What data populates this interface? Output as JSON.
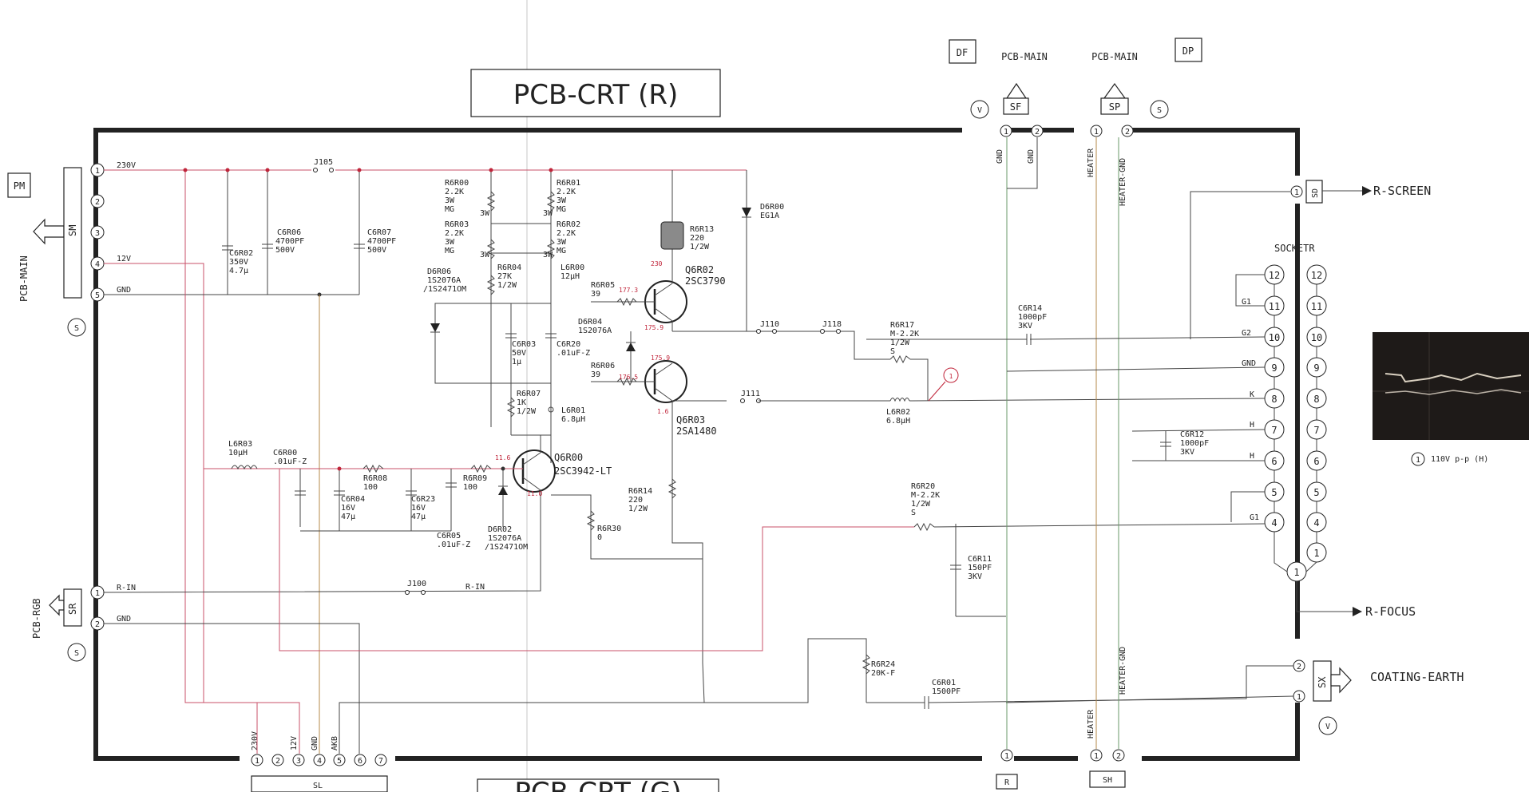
{
  "title_top": "PCB-CRT (R)",
  "title_bottom": "PCB-CRT (G)",
  "page_fold_color": "#d8d8d8",
  "wire_color_red": "#c8506a",
  "connectors": {
    "DF": "DF",
    "DP": "DP",
    "PM": "PM",
    "pcb_main_df": "PCB-MAIN",
    "pcb_main_dp": "PCB-MAIN",
    "pcb_main_left": "PCB-MAIN",
    "pcb_rgb": "PCB-RGB",
    "SF": "SF",
    "SP": "SP",
    "SM": "SM",
    "SR": "SR",
    "SL": "SL",
    "SD": "SD",
    "SX": "SX",
    "SH": "SH",
    "R": "R",
    "V": "V",
    "S": "S"
  },
  "outputs": {
    "r_screen": "R-SCREEN",
    "r_focus": "R-FOCUS",
    "coating_earth": "COATING-EARTH",
    "socket": "SOCKETR"
  },
  "nets": {
    "v230": "230V",
    "v12": "12V",
    "gnd": "GND",
    "r_in": "R-IN",
    "heater": "HEATER",
    "heater_gnd": "HEATER-GND",
    "akb": "AKB",
    "g1": "G1",
    "g2": "G2",
    "k": "K",
    "h": "H"
  },
  "jumpers": {
    "j105": "J105",
    "j110": "J110",
    "j118": "J118",
    "j111": "J111",
    "j100": "J100"
  },
  "components": {
    "c6r02": [
      "C6R02",
      "350V",
      "4.7µ"
    ],
    "c6r06": [
      "C6R06",
      "4700PF",
      "500V"
    ],
    "c6r07": [
      "C6R07",
      "4700PF",
      "500V"
    ],
    "r6r00": [
      "R6R00",
      "2.2K",
      "3W",
      "MG"
    ],
    "r6r01": [
      "R6R01",
      "2.2K",
      "3W",
      "MG"
    ],
    "r6r03": [
      "R6R03",
      "2.2K",
      "3W",
      "MG"
    ],
    "r6r02": [
      "R6R02",
      "2.2K",
      "3W",
      "MG"
    ],
    "r6r04": [
      "R6R04",
      "27K",
      "1/2W"
    ],
    "l6r00": [
      "L6R00",
      "12µH"
    ],
    "d6r06": [
      "D6R06",
      "1S2076A",
      "/1S2471OM"
    ],
    "c6r03": [
      "C6R03",
      "50V",
      "1µ"
    ],
    "c6r20": [
      "C6R20",
      ".01uF-Z"
    ],
    "r6r07": [
      "R6R07",
      "1K",
      "1/2W"
    ],
    "l6r01": [
      "L6R01",
      "6.8µH"
    ],
    "r6r05": [
      "R6R05",
      "39"
    ],
    "r6r06": [
      "R6R06",
      "39"
    ],
    "d6r04": [
      "D6R04",
      "1S2076A"
    ],
    "r6r13": [
      "R6R13",
      "220",
      "1/2W"
    ],
    "d6r00": [
      "D6R00",
      "EG1A"
    ],
    "q6r02": [
      "Q6R02",
      "2SC3790"
    ],
    "q6r03": [
      "Q6R03",
      "2SA1480"
    ],
    "q6r00": [
      "Q6R00",
      "2SC3942-LT"
    ],
    "l6r03": [
      "L6R03",
      "10µH"
    ],
    "c6r00": [
      "C6R00",
      ".01uF-Z"
    ],
    "r6r08": [
      "R6R08",
      "100"
    ],
    "r6r09": [
      "R6R09",
      "100"
    ],
    "c6r04": [
      "C6R04",
      "16V",
      "47µ"
    ],
    "c6r23": [
      "C6R23",
      "16V",
      "47µ"
    ],
    "c6r05": [
      "C6R05",
      ".01uF-Z"
    ],
    "d6r02": [
      "D6R02",
      "1S2076A",
      "/1S2471OM"
    ],
    "r6r30": [
      "R6R30",
      "0"
    ],
    "r6r14": [
      "R6R14",
      "220",
      "1/2W"
    ],
    "r6r17": [
      "R6R17",
      "M-2.2K",
      "1/2W",
      "S"
    ],
    "l6r02": [
      "L6R02",
      "6.8µH"
    ],
    "c6r14": [
      "C6R14",
      "1000pF",
      "3KV"
    ],
    "c6r12": [
      "C6R12",
      "1000pF",
      "3KV"
    ],
    "r6r20": [
      "R6R20",
      "M-2.2K",
      "1/2W",
      "S"
    ],
    "c6r11": [
      "C6R11",
      "150PF",
      "3KV"
    ],
    "r6r24": [
      "R6R24",
      "20K-F"
    ],
    "c6r01": [
      "C6R01",
      "1500PF"
    ]
  },
  "voltages": {
    "q6r02_b": "177.3",
    "q6r02_e": "175.9",
    "q6r03_e": "175.9",
    "q6r03_b": "176.5",
    "q6r03_c": "1.6",
    "q6r00_b": "11.6",
    "q6r00_e": "11.0",
    "r6r13": "230",
    "w_3w_a": "3W",
    "w_3w_b": "3W",
    "w_3w_c": "3W",
    "w_3w_d": "3W"
  },
  "socket_pins": [
    "12",
    "11",
    "10",
    "9",
    "8",
    "7",
    "6",
    "5",
    "4",
    "1"
  ],
  "waveform": {
    "marker": "1",
    "caption": "110V p-p (H)"
  },
  "pin_numbers": [
    "1",
    "2",
    "3",
    "4",
    "5",
    "6",
    "7"
  ]
}
